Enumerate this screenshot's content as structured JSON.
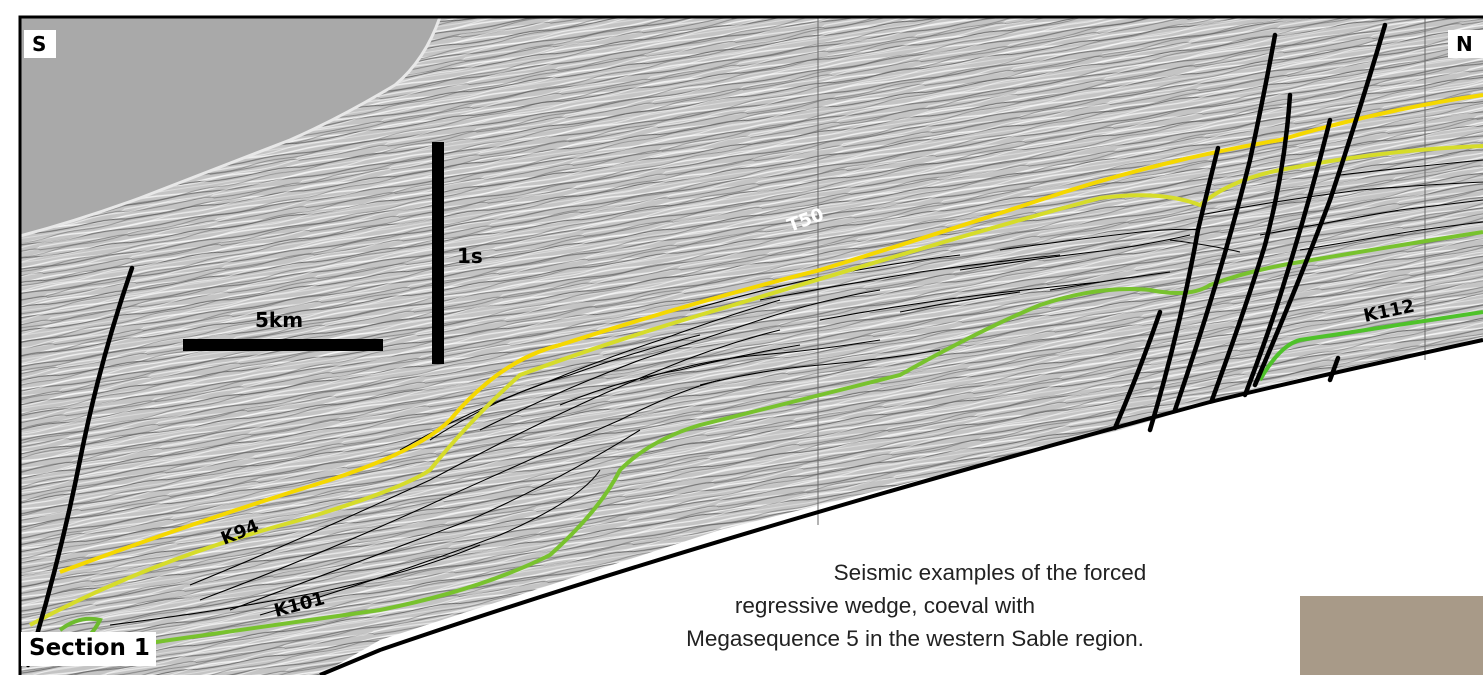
{
  "labels": {
    "south": "S",
    "north": "N",
    "section": "Section 1"
  },
  "scale_bars": {
    "horizontal": "5km",
    "vertical": "1s"
  },
  "horizons": [
    {
      "name": "T50",
      "color": "#f5d800"
    },
    {
      "name": "K94",
      "color": "#d6dc2a"
    },
    {
      "name": "K101",
      "color": "#78c22e"
    },
    {
      "name": "K112",
      "color": "#4fc22a"
    }
  ],
  "caption": {
    "line1": "Seismic examples of the forced",
    "line2": "regressive wedge, coeval with",
    "line3": "Megasequence 5 in the western Sable region."
  },
  "colors": {
    "water_column": "#a9a9a9",
    "seismic_base": "#bdbdbd",
    "fault": "#000000",
    "inset_box": "#a89a88"
  }
}
